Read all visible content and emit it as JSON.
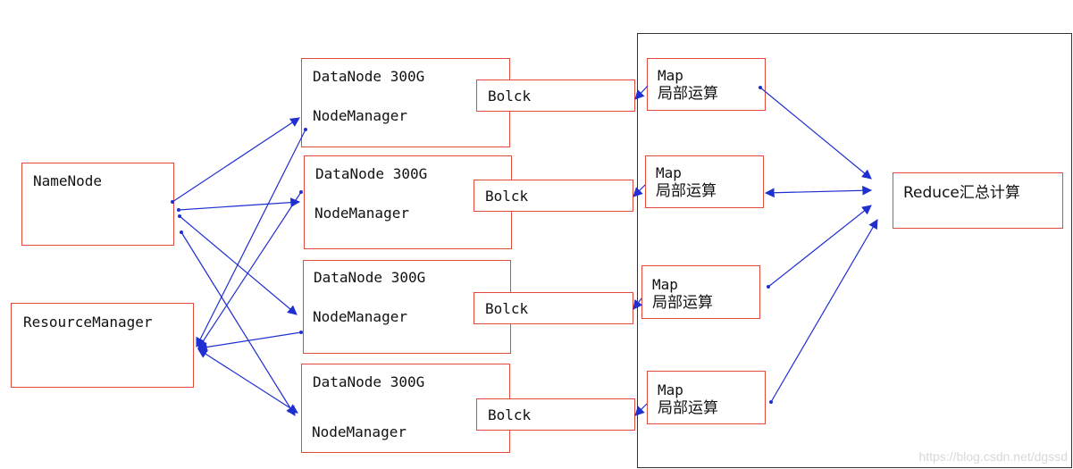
{
  "name_node": {
    "label": "NameNode"
  },
  "resource_manager": {
    "label": "ResourceManager"
  },
  "datanodes": [
    {
      "title": "DataNode 300G",
      "manager": "NodeManager",
      "block": "Bolck"
    },
    {
      "title": "DataNode 300G",
      "manager": "NodeManager",
      "block": "Bolck"
    },
    {
      "title": "DataNode 300G",
      "manager": "NodeManager",
      "block": "Bolck"
    },
    {
      "title": "DataNode 300G",
      "manager": "NodeManager",
      "block": "Bolck"
    }
  ],
  "maps": [
    {
      "title": "Map",
      "desc": "局部运算"
    },
    {
      "title": "Map",
      "desc": "局部运算"
    },
    {
      "title": "Map",
      "desc": "局部运算"
    },
    {
      "title": "Map",
      "desc": "局部运算"
    }
  ],
  "reduce": {
    "label": "Reduce汇总计算"
  },
  "watermark": "https://blog.csdn.net/dgssd",
  "colors": {
    "box_border": "#e04a3a",
    "arrow": "#1f2fd0",
    "frame": "#333333"
  }
}
